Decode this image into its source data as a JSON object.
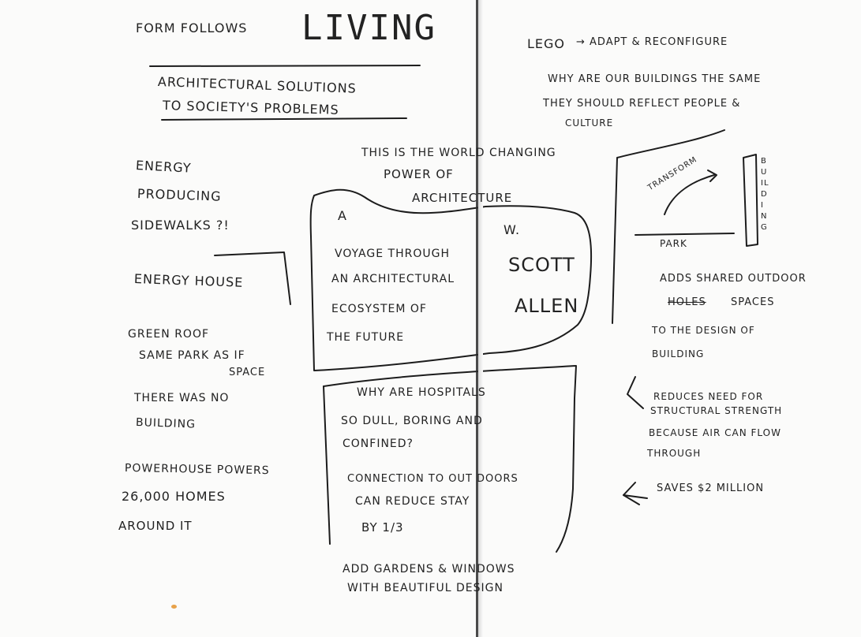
{
  "header": {
    "form_follows": "Form Follows",
    "living": "LIVING",
    "subtitle_line1": "Architectural Solutions",
    "subtitle_line2": "to Society's Problems"
  },
  "left": {
    "energy_line1": "Energy",
    "energy_line2": "Producing",
    "energy_line3": "Sidewalks ?!",
    "energy_house": "Energy House",
    "green_line1": "Green Roof",
    "green_line2": "Same Park as if",
    "green_line3": "Space",
    "green_line4": "There was no",
    "green_line5": "Building",
    "power_line1": "Powerhouse Powers",
    "power_line2": "26,000 Homes",
    "power_line3": "Around it"
  },
  "center": {
    "world_line1": "This is the World Changing",
    "world_line2": "Power of",
    "world_line3": "Architecture",
    "book_a": "A",
    "book_line1": "Voyage Through",
    "book_line2": "an Architectural",
    "book_line3": "Ecosystem of",
    "book_line4": "the Future",
    "author_w": "W.",
    "author_scott": "Scott",
    "author_allen": "Allen",
    "hosp_line1": "Why are Hospitals",
    "hosp_line2": "So Dull, Boring and",
    "hosp_line3": "Confined?",
    "hosp_line4": "Connection to Out Doors",
    "hosp_line5": "Can Reduce Stay",
    "hosp_line6": "By 1/3",
    "gardens_line1": "Add Gardens & Windows",
    "gardens_line2": "with Beautiful Design"
  },
  "right": {
    "lego": "Lego",
    "lego_rest": "→ Adapt & Reconfigure",
    "why_line1": "Why are our Buildings the same",
    "why_line2": "They should Reflect People &",
    "why_line3": "Culture",
    "transform_label": "Transform",
    "park_label": "Park",
    "building_label": "Building",
    "adds_line1": "Adds Shared Outdoor",
    "adds_holes": "Holes",
    "adds_spaces": "Spaces",
    "adds_line3": "to the Design of",
    "adds_line4": "Building",
    "reduces_line1": "Reduces Need for",
    "reduces_line2": "Structural Strength",
    "reduces_line3": "Because Air Can Flow",
    "reduces_line4": "Through",
    "saves": "Saves $2 Million"
  },
  "colors": {
    "ink": "#1c1c1c",
    "paper": "#fbfbfa",
    "fold": "#2a2a2a",
    "speck": "#e8a24a"
  }
}
